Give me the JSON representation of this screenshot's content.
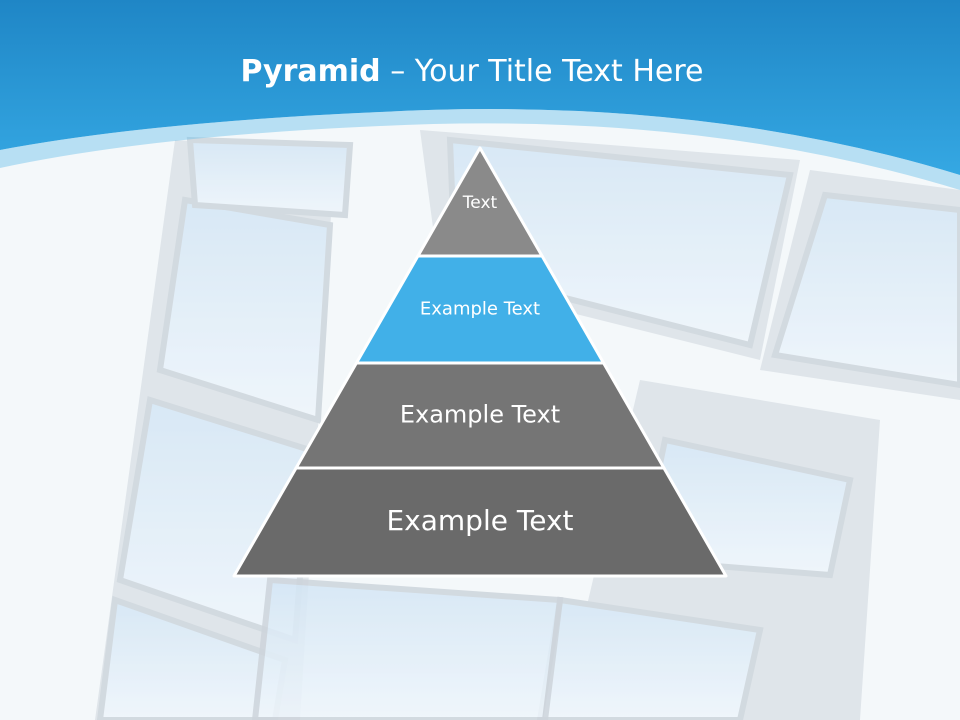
{
  "title": {
    "bold": "Pyramid",
    "rest": " – Your Title Text Here"
  },
  "pyramid": {
    "tiers": [
      {
        "label": "Text",
        "color": "#8a8a8a"
      },
      {
        "label": "Example Text",
        "color": "#41b0e8"
      },
      {
        "label": "Example Text",
        "color": "#757575"
      },
      {
        "label": "Example Text",
        "color": "#6a6a6a"
      }
    ]
  },
  "colors": {
    "header_blue": "#2b9edb",
    "background": "#eef4f8"
  }
}
